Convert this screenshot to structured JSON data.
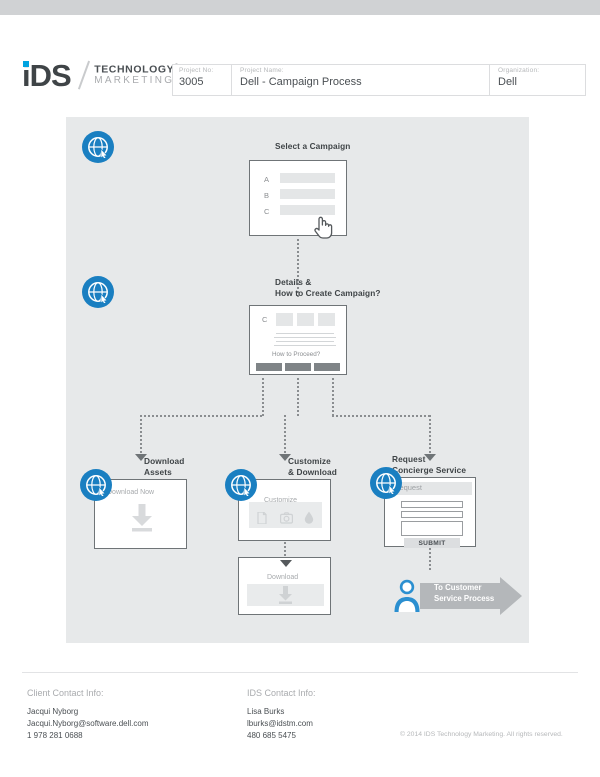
{
  "header": {
    "logo": {
      "mark": "iDS",
      "line1": "TECHNOLOGY",
      "sup": "®",
      "line2": "MARKETING"
    },
    "fields": [
      {
        "label": "Project No:",
        "value": "3005"
      },
      {
        "label": "Project Name:",
        "value": "Dell - Campaign Process"
      },
      {
        "label": "Organization:",
        "value": "Dell"
      }
    ]
  },
  "diagram": {
    "node1": {
      "title": "Select a Campaign",
      "rows": [
        "A",
        "B",
        "C"
      ]
    },
    "node2": {
      "title_line1": "Details &",
      "title_line2": "How to Create Campaign?",
      "letter": "C",
      "prompt": "How to Proceed?"
    },
    "node3": {
      "title_line1": "Download",
      "title_line2": "Assets",
      "cta": "Download Now"
    },
    "node4": {
      "title_line1": "Customize",
      "title_line2": "& Download",
      "cta": "Customize",
      "tools": [
        "document-icon",
        "camera-icon",
        "droplet-icon"
      ]
    },
    "node5": {
      "title_line1": "Request",
      "title_line2": "Concierge Service",
      "form_title": "Request",
      "submit": "SUBMIT"
    },
    "node6": {
      "cta": "Download"
    },
    "customer_service": {
      "line1": "To Customer",
      "line2": "Service Process",
      "icon": "person-icon"
    }
  },
  "footer": {
    "client": {
      "heading": "Client Contact Info:",
      "name": "Jacqui Nyborg",
      "email": "Jacqui.Nyborg@software.dell.com",
      "phone": "1 978 281 0688"
    },
    "ids": {
      "heading": "IDS Contact Info:",
      "name": "Lisa Burks",
      "email": "lburks@idstm.com",
      "phone": "480 685 5475"
    },
    "copyright": "© 2014 IDS Technology Marketing. All rights reserved."
  },
  "colors": {
    "brand_blue": "#1a7fc1",
    "accent_cyan": "#00a3e0",
    "panel": "#e7e9ea",
    "ink": "#3f4447"
  }
}
